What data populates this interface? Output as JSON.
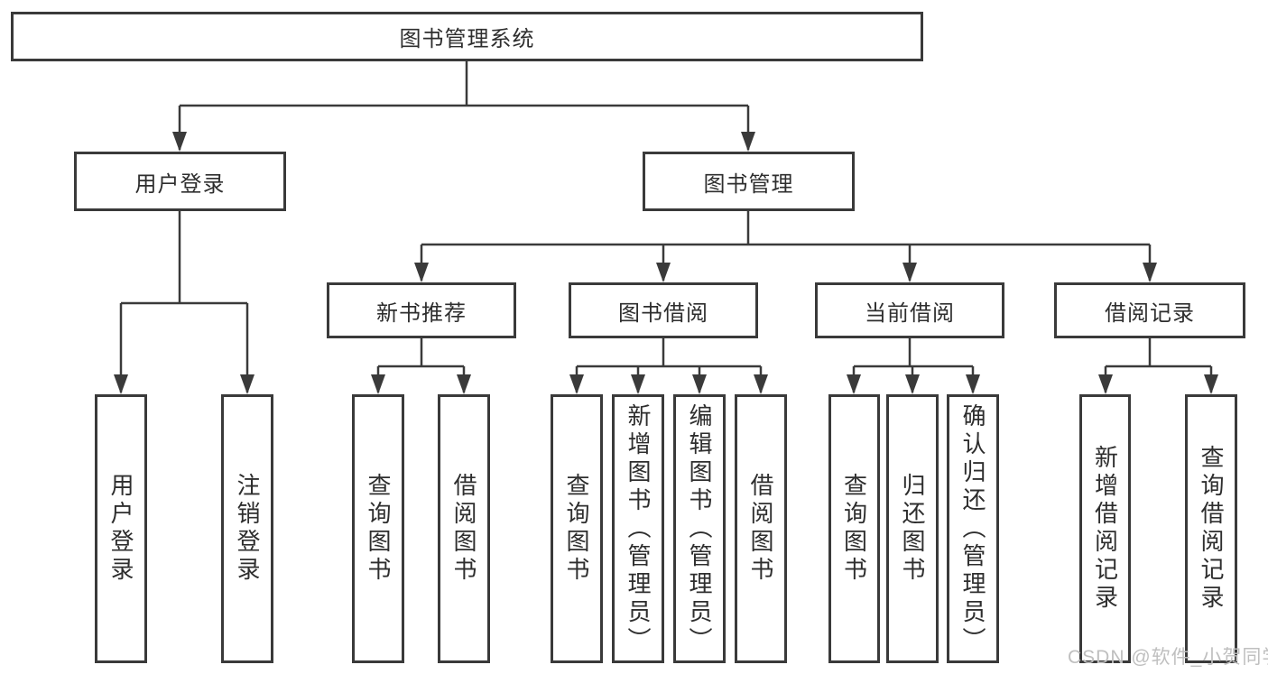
{
  "tree": {
    "root": {
      "label": "图书管理系统"
    },
    "children": [
      {
        "label": "用户登录",
        "children": [
          {
            "label": "用户登录"
          },
          {
            "label": "注销登录"
          }
        ]
      },
      {
        "label": "图书管理",
        "children": [
          {
            "label": "新书推荐",
            "children": [
              {
                "label": "查询图书"
              },
              {
                "label": "借阅图书"
              }
            ]
          },
          {
            "label": "图书借阅",
            "children": [
              {
                "label": "查询图书"
              },
              {
                "label": "新增图书（管理员）"
              },
              {
                "label": "编辑图书（管理员）"
              },
              {
                "label": "借阅图书"
              }
            ]
          },
          {
            "label": "当前借阅",
            "children": [
              {
                "label": "查询图书"
              },
              {
                "label": "归还图书"
              },
              {
                "label": "确认归还（管理员）"
              }
            ]
          },
          {
            "label": "借阅记录",
            "children": [
              {
                "label": "新增借阅记录"
              },
              {
                "label": "查询借阅记录"
              }
            ]
          }
        ]
      }
    ]
  },
  "watermark": {
    "text": "CSDN @软件_小贺同学"
  },
  "colors": {
    "line": "#3a3a3a",
    "box_border": "#3a3a3a",
    "box_fill": "#ffffff",
    "text": "#2e2e2e",
    "watermark": "#bfbfbf",
    "background": "#ffffff"
  }
}
